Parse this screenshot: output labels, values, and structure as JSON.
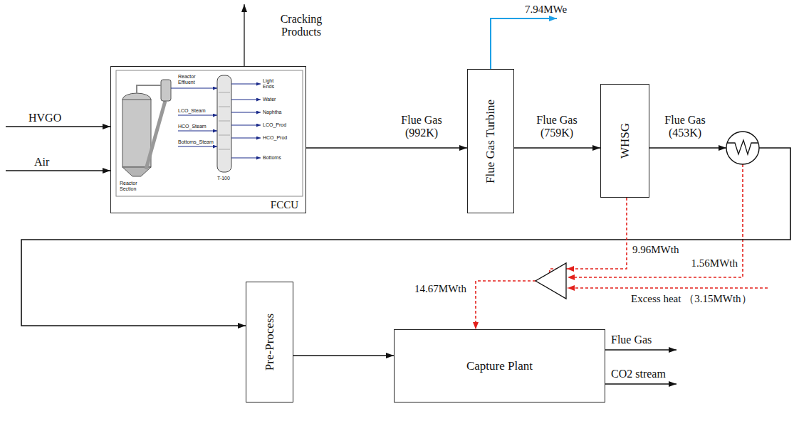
{
  "diagram": {
    "nodes": [
      {
        "text": [
          "FCCU"
        ]
      },
      {
        "text": [
          "Flue Gas Turbine"
        ]
      },
      {
        "text": [
          "WHSG"
        ]
      },
      {
        "text": [
          "Pre-Process"
        ]
      },
      {
        "text": [
          "Capture Plant"
        ]
      }
    ],
    "edges": [
      {
        "from": 0,
        "to": 1,
        "arrow": "to",
        "label": "Flue Gas (992K)"
      },
      {
        "from": 1,
        "to": 2,
        "arrow": "to",
        "label": "Flue Gas (759K)"
      },
      {
        "from": 2,
        "to": 3,
        "arrow": "to",
        "label": "Flue Gas (453K)"
      },
      {
        "from": 2,
        "to": 4,
        "arrow": "to",
        "label": "9.96MWth"
      },
      {
        "from": 3,
        "to": 4,
        "arrow": "to"
      }
    ],
    "labels": [
      "HVGO",
      "Air",
      "Cracking Products",
      "7.94MWe",
      "1.56MWth",
      "14.67MWth",
      "Excess heat （3.15MWth）",
      "Flue Gas",
      "CO2 stream",
      "Reactor Effluent",
      "LCO_Steam",
      "HCO_Steam",
      "Bottoms_Steam",
      "Light Ends",
      "Water",
      "Naphtha",
      "LCO_Prod",
      "HCO_Prod",
      "Bottoms",
      "T-100",
      "Reactor Section"
    ]
  }
}
